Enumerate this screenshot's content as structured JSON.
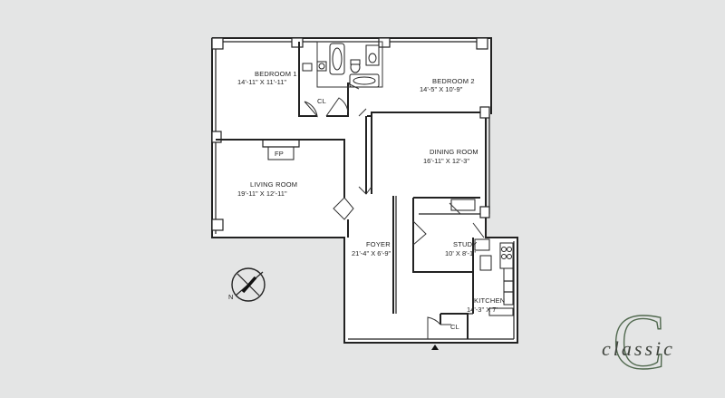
{
  "rooms": {
    "bedroom1": {
      "name": "BEDROOM 1",
      "dims": "14'-11\" X 11'-11\""
    },
    "bedroom2": {
      "name": "BEDROOM 2",
      "dims": "14'-5\" X 10'-9\""
    },
    "dining": {
      "name": "DINING ROOM",
      "dims": "16'-11\" X 12'-3\""
    },
    "living": {
      "name": "LIVING ROOM",
      "dims": "19'-11\" X 12'-11\""
    },
    "foyer": {
      "name": "FOYER",
      "dims": "21'-4\" X 6'-9\""
    },
    "study": {
      "name": "STUDY",
      "dims": "10' X 8'-1\""
    },
    "kitchen": {
      "name": "KITCHEN",
      "dims": "14'-3\" X 7'"
    },
    "closet_upper": {
      "name": "CL"
    },
    "closet_lower": {
      "name": "CL"
    },
    "fireplace": {
      "name": "FP"
    }
  },
  "compass": {
    "label": "N"
  },
  "logo": {
    "letter": "C",
    "word": "classic"
  },
  "colors": {
    "background": "#e4e5e5",
    "plan_fill": "#ffffff",
    "walls": "#222222",
    "logo_green": "#51694f",
    "logo_text": "#41463f"
  }
}
